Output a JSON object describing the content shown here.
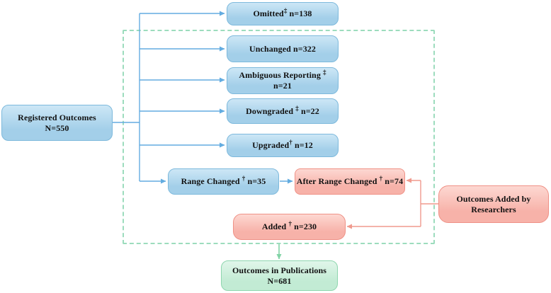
{
  "colors": {
    "blue_fill_top": "#cde7f6",
    "blue_fill_bottom": "#a3cfe9",
    "blue_border": "#7db9dc",
    "blue_line": "#63ace0",
    "salmon_fill_top": "#fdd8d2",
    "salmon_fill_bottom": "#f7b2a9",
    "salmon_border": "#ef9186",
    "salmon_line": "#f09a8e",
    "green_fill_top": "#e1f6ea",
    "green_fill_bottom": "#c2ebd4",
    "green_border": "#8ed6ae",
    "green_line": "#82d3a6",
    "dashed_border": "#9cdcbd",
    "text_color": "#111111"
  },
  "nodes": {
    "registered": {
      "line1": "Registered Outcomes",
      "line2": "N=550"
    },
    "omitted": {
      "prefix": "Omitted",
      "dagger": "‡",
      "suffix": " n=138"
    },
    "unchanged": {
      "label": "Unchanged n=322"
    },
    "ambiguous": {
      "line1_prefix": "Ambiguous Reporting ",
      "dagger": "‡",
      "line2": "n=21"
    },
    "downgraded": {
      "prefix": "Downgraded ",
      "dagger": "‡",
      "suffix": " n=22"
    },
    "upgraded": {
      "prefix": "Upgraded",
      "dagger": "†",
      "suffix": " n=12"
    },
    "range_changed": {
      "prefix": "Range Changed ",
      "dagger": "†",
      "suffix": " n=35"
    },
    "after_range_changed": {
      "prefix": "After Range Changed ",
      "dagger": "†",
      "suffix": " n=74"
    },
    "added": {
      "prefix": "Added ",
      "dagger": "†",
      "suffix": " n=230"
    },
    "researchers": {
      "line1": "Outcomes Added by",
      "line2": "Researchers"
    },
    "publications": {
      "line1": "Outcomes in Publications",
      "line2": "N=681"
    }
  }
}
